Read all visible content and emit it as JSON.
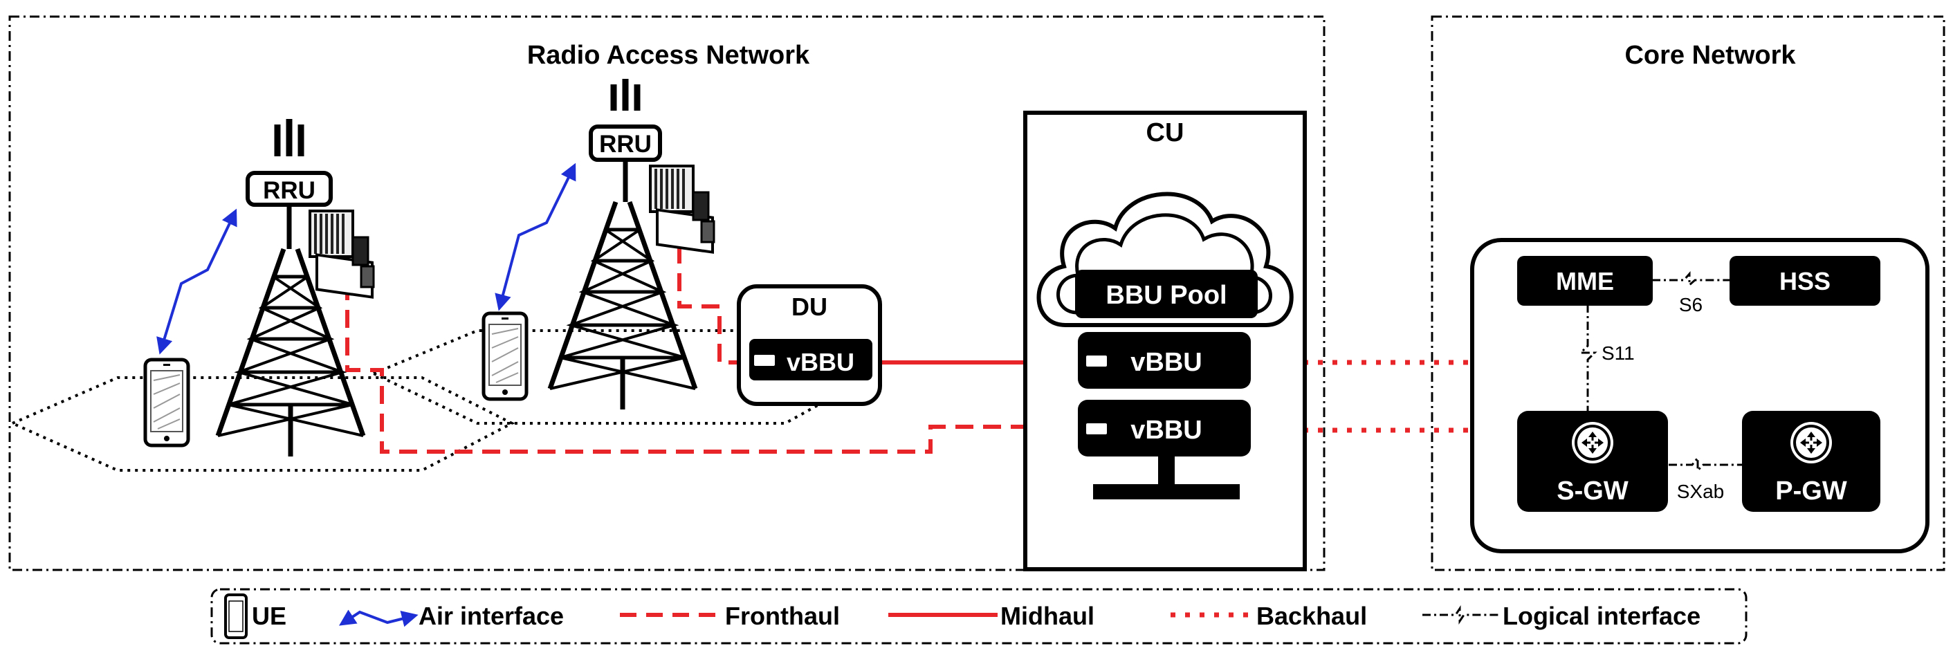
{
  "regions": {
    "ran": "Radio Access Network",
    "core": "Core Network"
  },
  "ran": {
    "rru_left": "RRU",
    "rru_right": "RRU",
    "du": {
      "title": "DU",
      "vbbu": "vBBU"
    },
    "cu": {
      "title": "CU",
      "pool": "BBU Pool",
      "vbbu_top": "vBBU",
      "vbbu_bottom": "vBBU"
    }
  },
  "core": {
    "mme": "MME",
    "hss": "HSS",
    "sgw": "S-GW",
    "pgw": "P-GW",
    "s6": "S6",
    "s11": "S11",
    "sxab": "SXab"
  },
  "legend": {
    "ue": "UE",
    "air": "Air interface",
    "fronthaul": "Fronthaul",
    "midhaul": "Midhaul",
    "backhaul": "Backhaul",
    "logical": "Logical interface"
  },
  "colors": {
    "fronthaul": "#e8262a",
    "midhaul": "#e8262a",
    "backhaul": "#e8262a",
    "air": "#1f2fd6",
    "box": "#000000"
  }
}
